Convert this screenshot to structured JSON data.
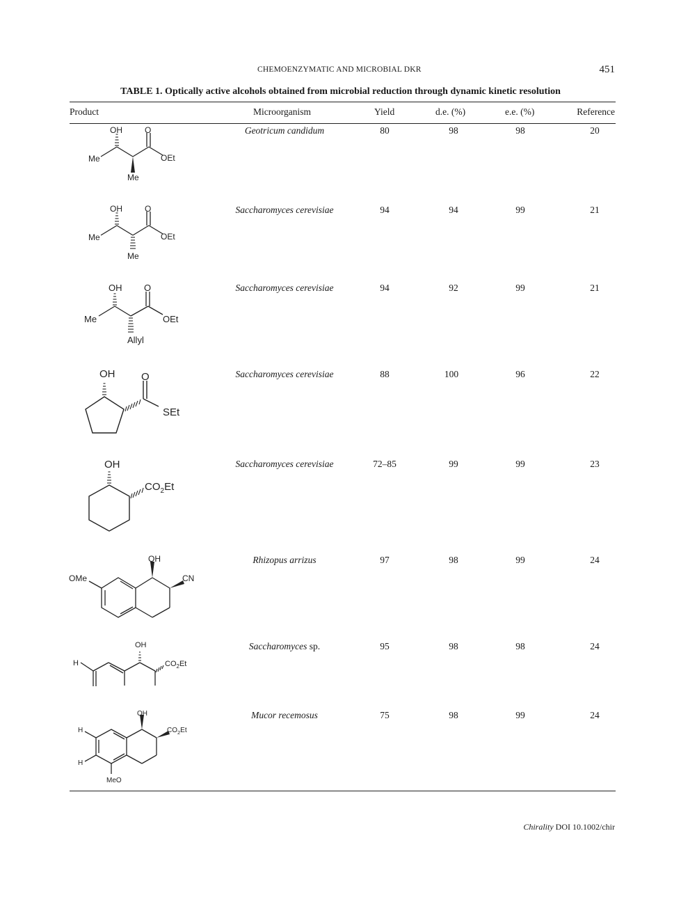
{
  "running_head": "CHEMOENZYMATIC AND MICROBIAL DKR",
  "page_number": "451",
  "table": {
    "caption": "TABLE 1.  Optically active alcohols obtained from microbial reduction through dynamic kinetic resolution",
    "headers": {
      "product": "Product",
      "microorganism": "Microorganism",
      "yield": "Yield",
      "de": "d.e. (%)",
      "ee": "e.e. (%)",
      "reference": "Reference"
    },
    "rows": [
      {
        "organism": "Geotricum candidum",
        "organism_suffix": "",
        "yield": "80",
        "de": "98",
        "ee": "98",
        "ref": "20"
      },
      {
        "organism": "Saccharomyces cerevisiae",
        "organism_suffix": "",
        "yield": "94",
        "de": "94",
        "ee": "99",
        "ref": "21"
      },
      {
        "organism": "Saccharomyces cerevisiae",
        "organism_suffix": "",
        "yield": "94",
        "de": "92",
        "ee": "99",
        "ref": "21"
      },
      {
        "organism": "Saccharomyces cerevisiae",
        "organism_suffix": "",
        "yield": "88",
        "de": "100",
        "ee": "96",
        "ref": "22"
      },
      {
        "organism": "Saccharomyces cerevisiae",
        "organism_suffix": "",
        "yield": "72–85",
        "de": "99",
        "ee": "99",
        "ref": "23"
      },
      {
        "organism": "Rhizopus arrizus",
        "organism_suffix": "",
        "yield": "97",
        "de": "98",
        "ee": "99",
        "ref": "24"
      },
      {
        "organism": "Saccharomyces",
        "organism_suffix": " sp.",
        "yield": "95",
        "de": "98",
        "ee": "98",
        "ref": "24"
      },
      {
        "organism": "Mucor recemosus",
        "organism_suffix": "",
        "yield": "75",
        "de": "98",
        "ee": "99",
        "ref": "24"
      }
    ]
  },
  "structures": {
    "s1": {
      "oh": "OH",
      "o": "O",
      "me_left": "Me",
      "oet": "OEt",
      "me_bottom": "Me"
    },
    "s2": {
      "oh": "OH",
      "o": "O",
      "me_left": "Me",
      "oet": "OEt",
      "me_bottom": "Me"
    },
    "s3": {
      "oh": "OH",
      "o": "O",
      "me_left": "Me",
      "oet": "OEt",
      "allyl": "Allyl"
    },
    "s4": {
      "oh": "OH",
      "o": "O",
      "set": "SEt"
    },
    "s5": {
      "oh": "OH",
      "co2et": "CO2Et"
    },
    "s6": {
      "oh": "OH",
      "ome": "OMe",
      "cn": "CN"
    },
    "s7": {
      "oh": "OH",
      "h": "H",
      "co2et": "CO2Et"
    },
    "s8": {
      "oh": "OH",
      "h1": "H",
      "h2": "H",
      "co2et": "CO2Et",
      "meo": "MeO"
    }
  },
  "footer": {
    "journal": "Chirality",
    "doi": " DOI 10.1002/chir"
  }
}
